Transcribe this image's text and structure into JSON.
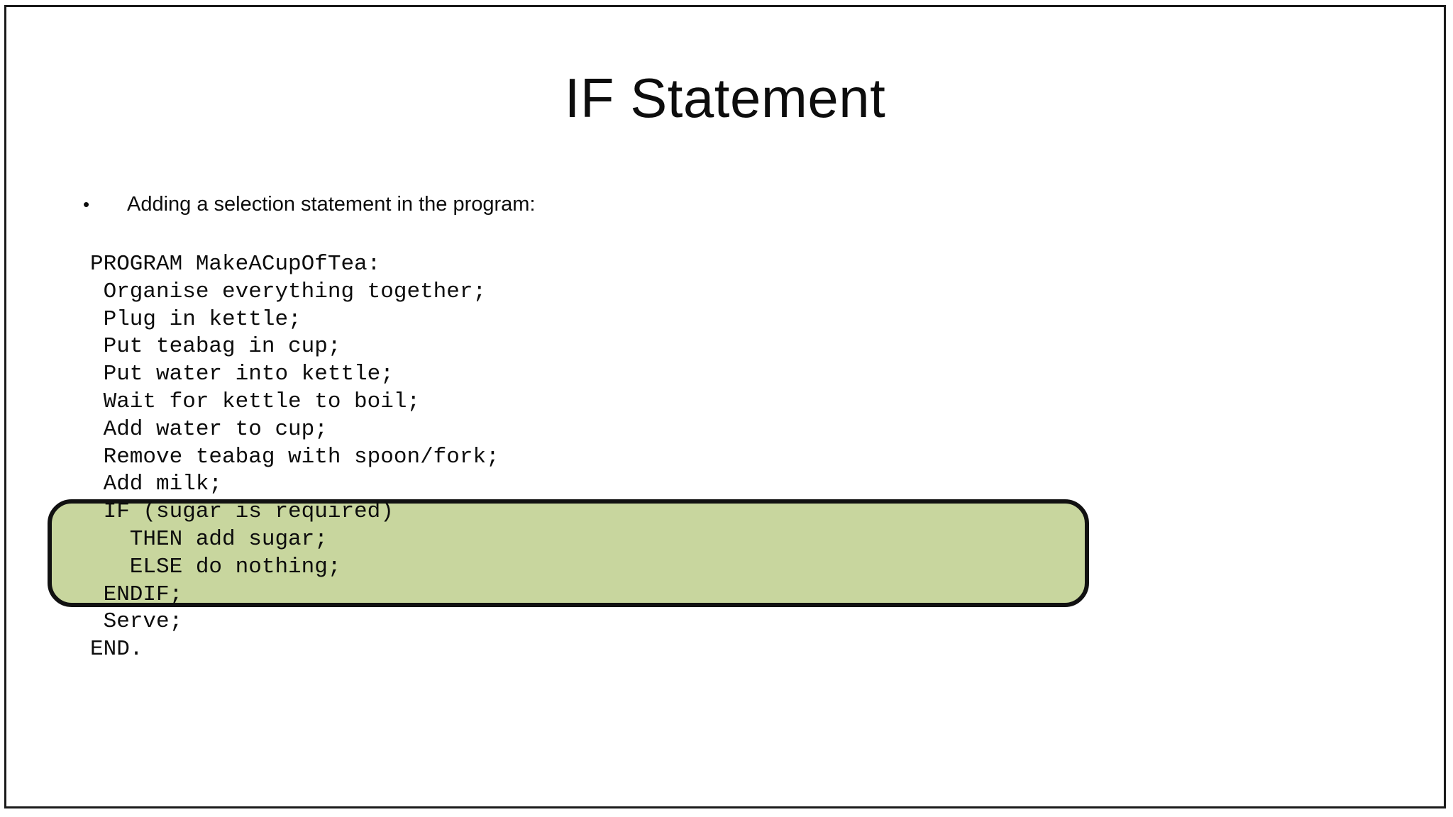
{
  "slide": {
    "title": "IF Statement",
    "bullet_marker": "•",
    "bullet_text": "Adding a selection statement in the program:",
    "highlight_color": "#c8d69e",
    "border_color": "#111111",
    "text_color": "#0d0d0d",
    "background_color": "#ffffff"
  },
  "code": {
    "lines": [
      {
        "text": "PROGRAM MakeACupOfTea:",
        "highlighted": false
      },
      {
        "text": " Organise everything together;",
        "highlighted": false
      },
      {
        "text": " Plug in kettle;",
        "highlighted": false
      },
      {
        "text": " Put teabag in cup;",
        "highlighted": false
      },
      {
        "text": " Put water into kettle;",
        "highlighted": false
      },
      {
        "text": " Wait for kettle to boil;",
        "highlighted": false
      },
      {
        "text": " Add water to cup;",
        "highlighted": false
      },
      {
        "text": " Remove teabag with spoon/fork;",
        "highlighted": false
      },
      {
        "text": " Add milk;",
        "highlighted": false
      },
      {
        "text": " IF (sugar is required)",
        "highlighted": true
      },
      {
        "text": "   THEN add sugar;",
        "highlighted": true
      },
      {
        "text": "   ELSE do nothing;",
        "highlighted": true
      },
      {
        "text": " ENDIF;",
        "highlighted": true
      },
      {
        "text": " Serve;",
        "highlighted": false
      },
      {
        "text": "END.",
        "highlighted": false
      }
    ]
  }
}
